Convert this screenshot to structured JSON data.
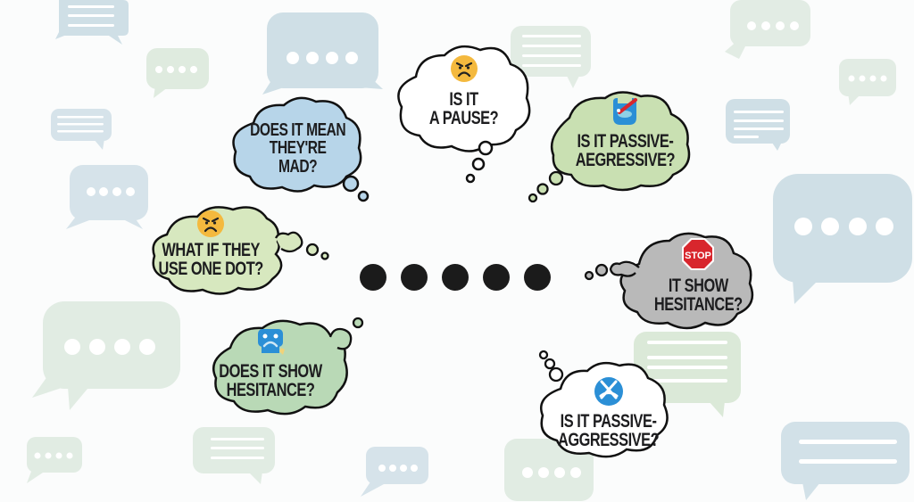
{
  "colors": {
    "background": "#fbfcfc",
    "bubble_blue": "#cfdfe6",
    "bubble_green": "#dfebdf",
    "cloud_blue": "#b7d5e9",
    "cloud_green": "#c9e0b2",
    "cloud_mint": "#b9d9b6",
    "cloud_white": "#ffffff",
    "cloud_gray": "#b9b9b9",
    "outline": "#111111",
    "emoji_yellow": "#f4b93e",
    "stop_red": "#d8262d",
    "icon_blue": "#2b8fd6"
  },
  "center": {
    "typing_indicator": "typing-dots",
    "dot_count": 5
  },
  "thoughts": [
    {
      "id": "mad",
      "text": "DOES IT MEAN\nTHEY'RE\nMAD?",
      "icon": "none"
    },
    {
      "id": "pause",
      "text": "IS IT\nA PAUSE?",
      "icon": "angry-face-icon"
    },
    {
      "id": "passive1",
      "text": "IS IT PASSIVE-\nAEGRESSIVE?",
      "icon": "cup-with-pen-icon"
    },
    {
      "id": "onedot",
      "text": "WHAT IF THEY\nUSE ONE DOT?",
      "icon": "angry-face-icon"
    },
    {
      "id": "hesitance1",
      "text": "IT SHOW\nHESITANCE?",
      "icon": "stop-sign-icon",
      "icon_text": "STOP"
    },
    {
      "id": "hesitance2",
      "text": "DOES IT SHOW\nHESITANCE?",
      "icon": "sad-robot-icon"
    },
    {
      "id": "passive2",
      "text": "IS IT PASSIVE-\nAGGRESSIVE?",
      "icon": "crossed-circle-icon"
    }
  ],
  "background_bubbles": [
    {
      "type": "lines",
      "tone": "blue"
    },
    {
      "type": "dots",
      "tone": "green"
    },
    {
      "type": "dots",
      "tone": "blue"
    },
    {
      "type": "lines",
      "tone": "green"
    },
    {
      "type": "dots",
      "tone": "green"
    },
    {
      "type": "dots",
      "tone": "green"
    },
    {
      "type": "lines",
      "tone": "blue"
    },
    {
      "type": "lines",
      "tone": "blue"
    },
    {
      "type": "dots",
      "tone": "blue"
    },
    {
      "type": "dots",
      "tone": "blue"
    },
    {
      "type": "dots",
      "tone": "green"
    },
    {
      "type": "dots",
      "tone": "green"
    },
    {
      "type": "lines",
      "tone": "green"
    },
    {
      "type": "dots",
      "tone": "blue"
    },
    {
      "type": "dots",
      "tone": "green"
    },
    {
      "type": "lines",
      "tone": "green"
    },
    {
      "type": "lines",
      "tone": "blue"
    }
  ]
}
